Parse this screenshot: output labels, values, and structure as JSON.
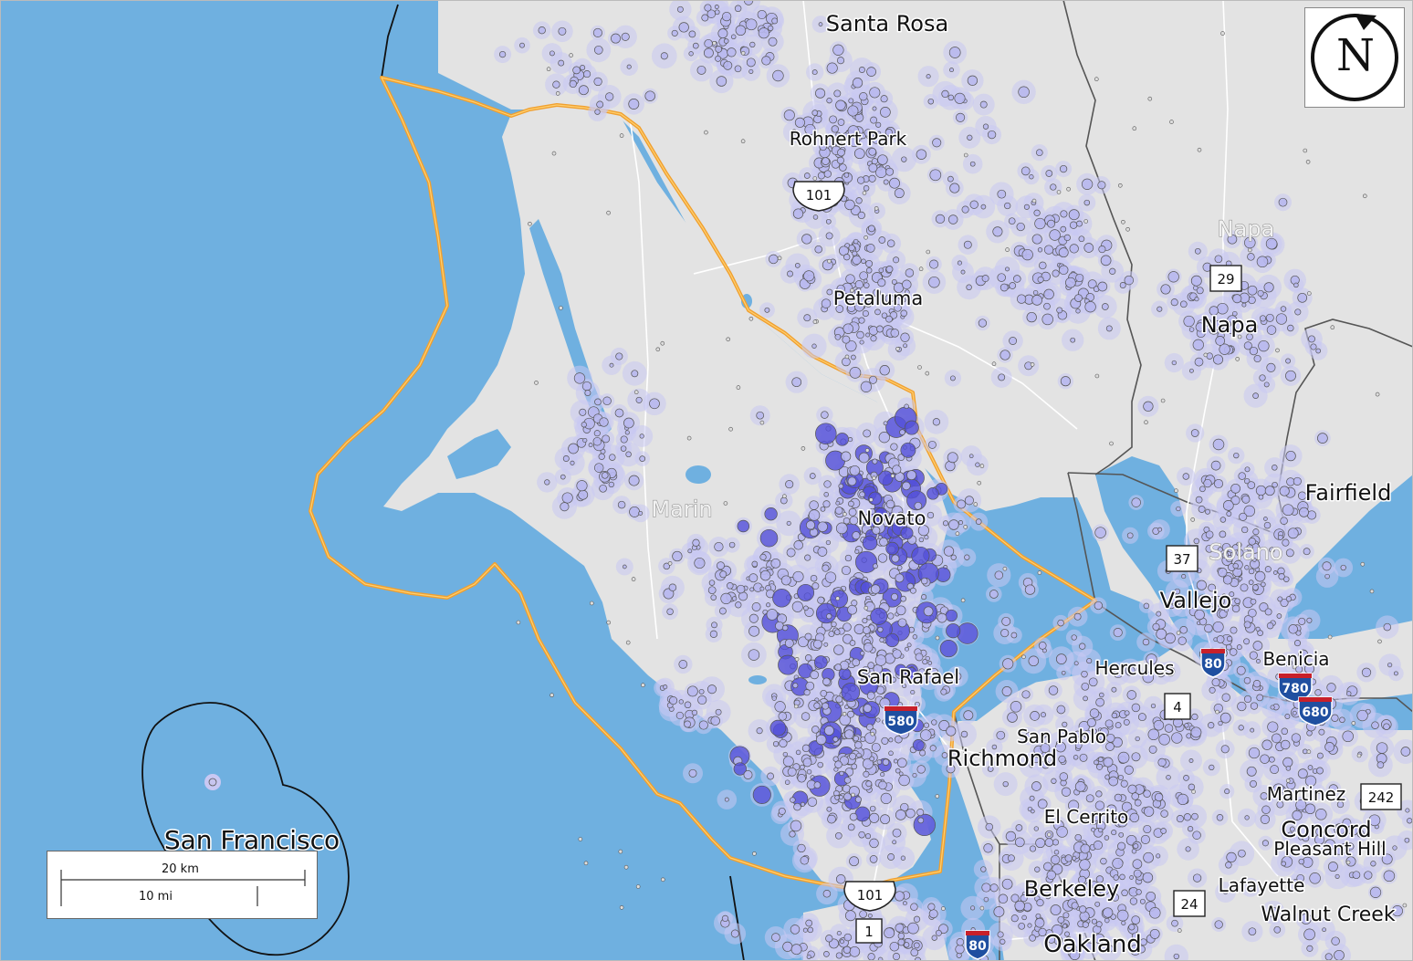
{
  "colors": {
    "water": "#6fb0e0",
    "land": "#e3e3e3",
    "boundary": "#f0a030",
    "point_fill": "#b8b8ee",
    "point_halo": "#c9c8f3",
    "point_strong": "#5450d8"
  },
  "places": {
    "santa_rosa": "Santa Rosa",
    "rohnert_park": "Rohnert Park",
    "petaluma": "Petaluma",
    "napa_admin": "Napa",
    "napa": "Napa",
    "marin_admin": "Marin",
    "novato": "Novato",
    "san_rafael": "San Rafael",
    "solano_admin": "Solano",
    "vallejo": "Vallejo",
    "fairfield": "Fairfield",
    "benicia": "Benicia",
    "hercules": "Hercules",
    "san_pablo": "San Pablo",
    "richmond": "Richmond",
    "el_cerrito": "El Cerrito",
    "berkeley": "Berkeley",
    "oakland": "Oakland",
    "martinez": "Martinez",
    "concord": "Concord",
    "pleasant_hill": "Pleasant Hill",
    "lafayette": "Lafayette",
    "walnut_creek": "Walnut Creek",
    "san_francisco": "San Francisco"
  },
  "shields": {
    "us101_a": "101",
    "us101_b": "101",
    "ca29": "29",
    "ca37": "37",
    "i80_a": "80",
    "i80_b": "80",
    "ca4": "4",
    "i580": "580",
    "i780": "780",
    "i680": "680",
    "ca242": "242",
    "ca24": "24",
    "ca1": "1"
  },
  "scale": {
    "km_label": "20 km",
    "mi_label": "10 mi"
  },
  "compass": {
    "letter": "N"
  }
}
